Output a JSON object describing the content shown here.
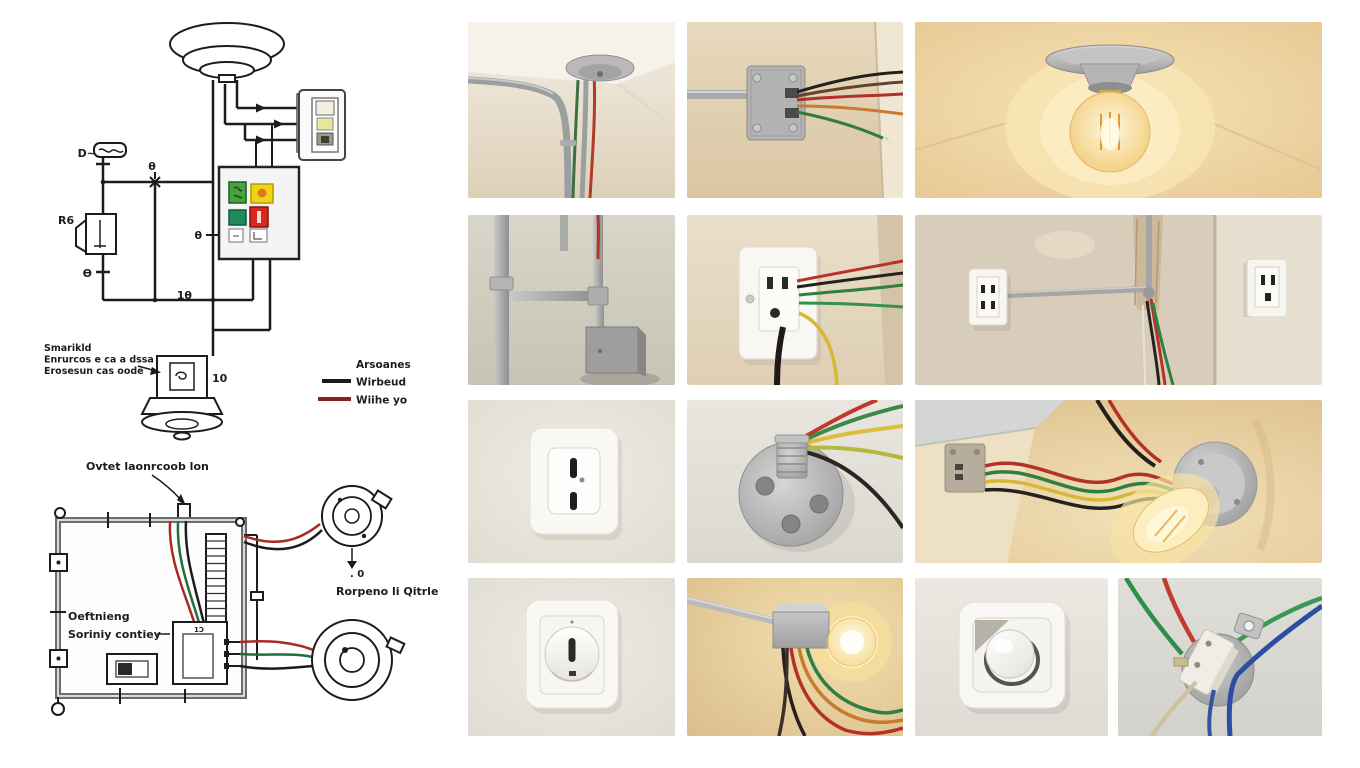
{
  "wiring_diagram_top": {
    "labels": {
      "component_d": "D~",
      "node_theta": "θ",
      "relay": "R6",
      "node_b": "Ɵ",
      "panel_pointer": "θ",
      "node_19": "1θ",
      "fixture_10": "10"
    },
    "caption": {
      "line1": "Smarikld",
      "line2": "Enrurcos e ca a dssa",
      "line3": "Erosesun cas oode"
    },
    "legend": {
      "heading": "Arsoanes",
      "items": [
        {
          "label": "Wirbeud",
          "color": "#1a1a1a"
        },
        {
          "label": "Wiihe yo",
          "color": "#8b1f1f"
        }
      ]
    }
  },
  "wiring_diagram_bottom": {
    "labels": {
      "outlet_callout": "Ovtet laonrcoob lon",
      "ceiling": "Oeftnieng",
      "safety_center": "Soriniy contiey",
      "box_mark": "1Ɔ",
      "fixture_dot": ". 0",
      "fixture_label": "Rorpeno li Qitrle"
    }
  },
  "photo_grid": {
    "tiles": [
      {
        "id": "conduit-ceiling-canopy",
        "description": "Metal conduit and red/green wires running up to a silver ceiling canopy"
      },
      {
        "id": "junction-plate-wires",
        "description": "Conduit feeding a wall junction plate with multicolored wires fanning toward a corner"
      },
      {
        "id": "ceiling-bulb-glowing",
        "description": "Bare filament bulb glowing in a silver ceiling-mounted fixture"
      },
      {
        "id": "conduit-tee-box",
        "description": "Galvanized conduit with tee fitting beside a gray junction box"
      },
      {
        "id": "outlet-with-wires",
        "description": "White outlet with red, green, black and yellow wires attached"
      },
      {
        "id": "two-outlets-conduit",
        "description": "Two wall outlets linked by surface conduit with wires dropping down a plaster channel"
      },
      {
        "id": "white-slot-plate",
        "description": "White wall plate with two vertical slots"
      },
      {
        "id": "metal-flange-wires",
        "description": "Round metal flange with threaded stem and red, yellow, green and black wires"
      },
      {
        "id": "wall-lamp-twisted-wires",
        "description": "Glowing bulb in a round wall fixture fed by twisted colored wires from a small plate"
      },
      {
        "id": "dimmer-slot-dial",
        "description": "White dimmer plate with slotted rotary dial"
      },
      {
        "id": "conduit-arm-bulb",
        "description": "Conduit arm and metal box powering a bare glowing bulb with hanging colored wires"
      },
      {
        "id": "dimmer-knob",
        "description": "White rotary dimmer knob on a square wall plate"
      },
      {
        "id": "ceramic-connector",
        "description": "Ceramic terminal block on a round metal base with green, red and blue wires"
      }
    ]
  },
  "palette": {
    "wire_red": "#b23226",
    "wire_green": "#2f7f41",
    "wire_yellow": "#d8b832",
    "wire_black": "#26211d",
    "wire_blue": "#2b4fa0",
    "wall_beige": "#e0d4bd",
    "metal_silver": "#a8a8a8"
  }
}
